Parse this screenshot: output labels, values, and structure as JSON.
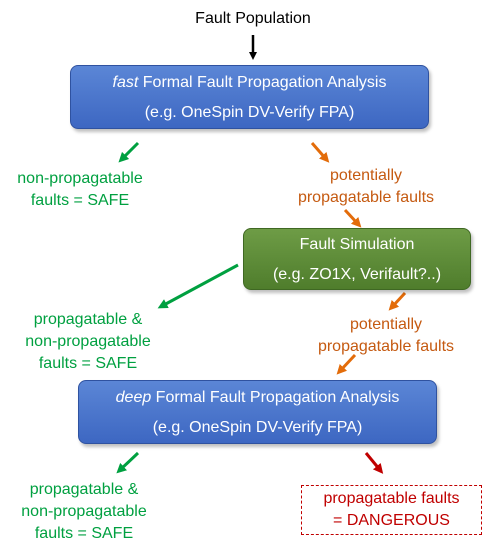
{
  "diagram": {
    "input": "Fault Population",
    "fast_box": {
      "emphasis": "fast",
      "rest": " Formal Fault Propagation Analysis",
      "line2": "(e.g. OneSpin DV-Verify FPA)"
    },
    "fast_safe": [
      "non-propagatable",
      "faults = SAFE"
    ],
    "potential_1": [
      "potentially",
      "propagatable faults"
    ],
    "sim_box": {
      "line1": "Fault Simulation",
      "line2": "(e.g. ZO1X, Verifault?..)"
    },
    "sim_safe": [
      "propagatable &",
      "non-propagatable",
      "faults = SAFE"
    ],
    "potential_2": [
      "potentially",
      "propagatable faults"
    ],
    "deep_box": {
      "emphasis": "deep",
      "rest": " Formal Fault Propagation Analysis",
      "line2": "(e.g. OneSpin DV-Verify FPA)"
    },
    "deep_safe": [
      "propagatable &",
      "non-propagatable",
      "faults = SAFE"
    ],
    "dangerous": [
      "propagatable faults",
      "= DANGEROUS"
    ]
  },
  "colors": {
    "blue_box": "#4472c4",
    "green_box": "#548235",
    "safe_text": "#00a040",
    "potential_text": "#c55a11",
    "danger_text": "#c00000",
    "input_arrow": "#000000"
  }
}
